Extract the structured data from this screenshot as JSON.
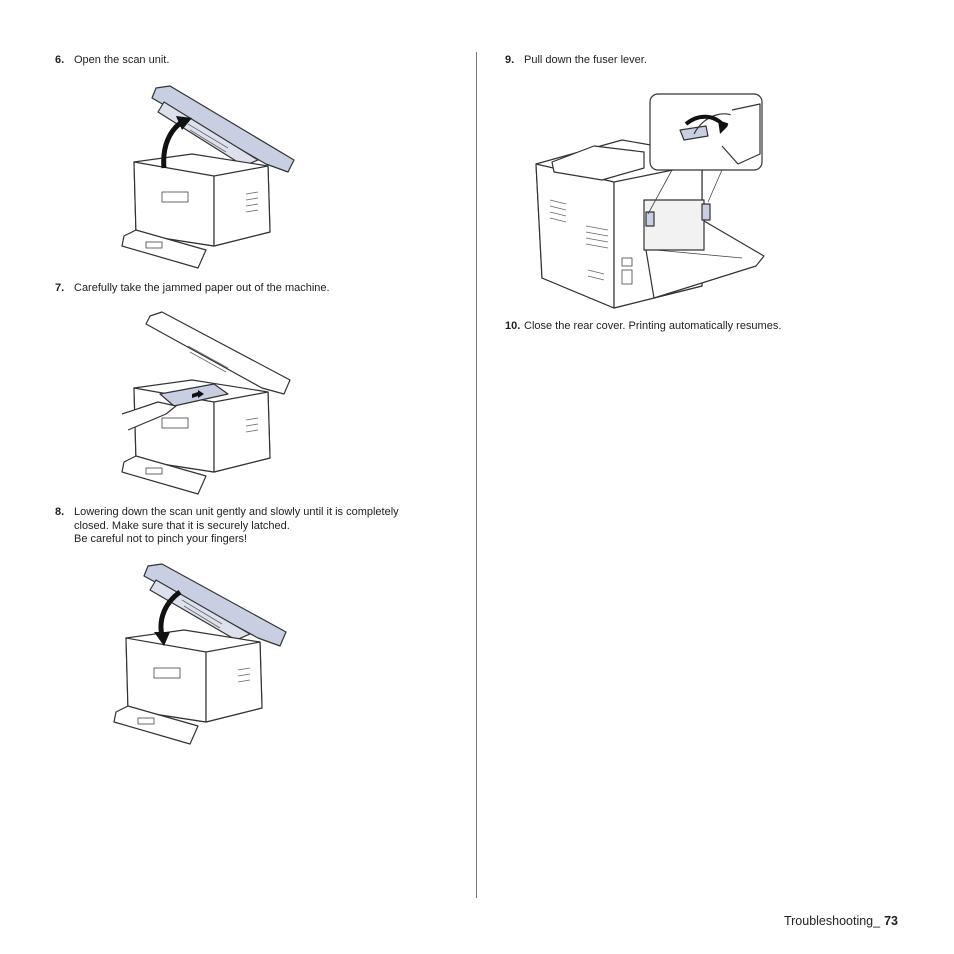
{
  "steps": [
    {
      "num": "6.",
      "text": "Open the scan unit."
    },
    {
      "num": "7.",
      "text": "Carefully take the jammed paper out of the machine."
    },
    {
      "num": "8.",
      "text": "Lowering down the scan unit gently and slowly until it is completely",
      "text2": "closed. Make sure that it is securely latched.",
      "text3": "Be careful not to pinch your fingers!"
    },
    {
      "num": "9.",
      "text": "Pull down the fuser lever."
    },
    {
      "num": "10.",
      "text": "Close the rear cover. Printing automatically resumes."
    }
  ],
  "footer": {
    "section": "Troubleshooting_",
    "page": "73"
  }
}
